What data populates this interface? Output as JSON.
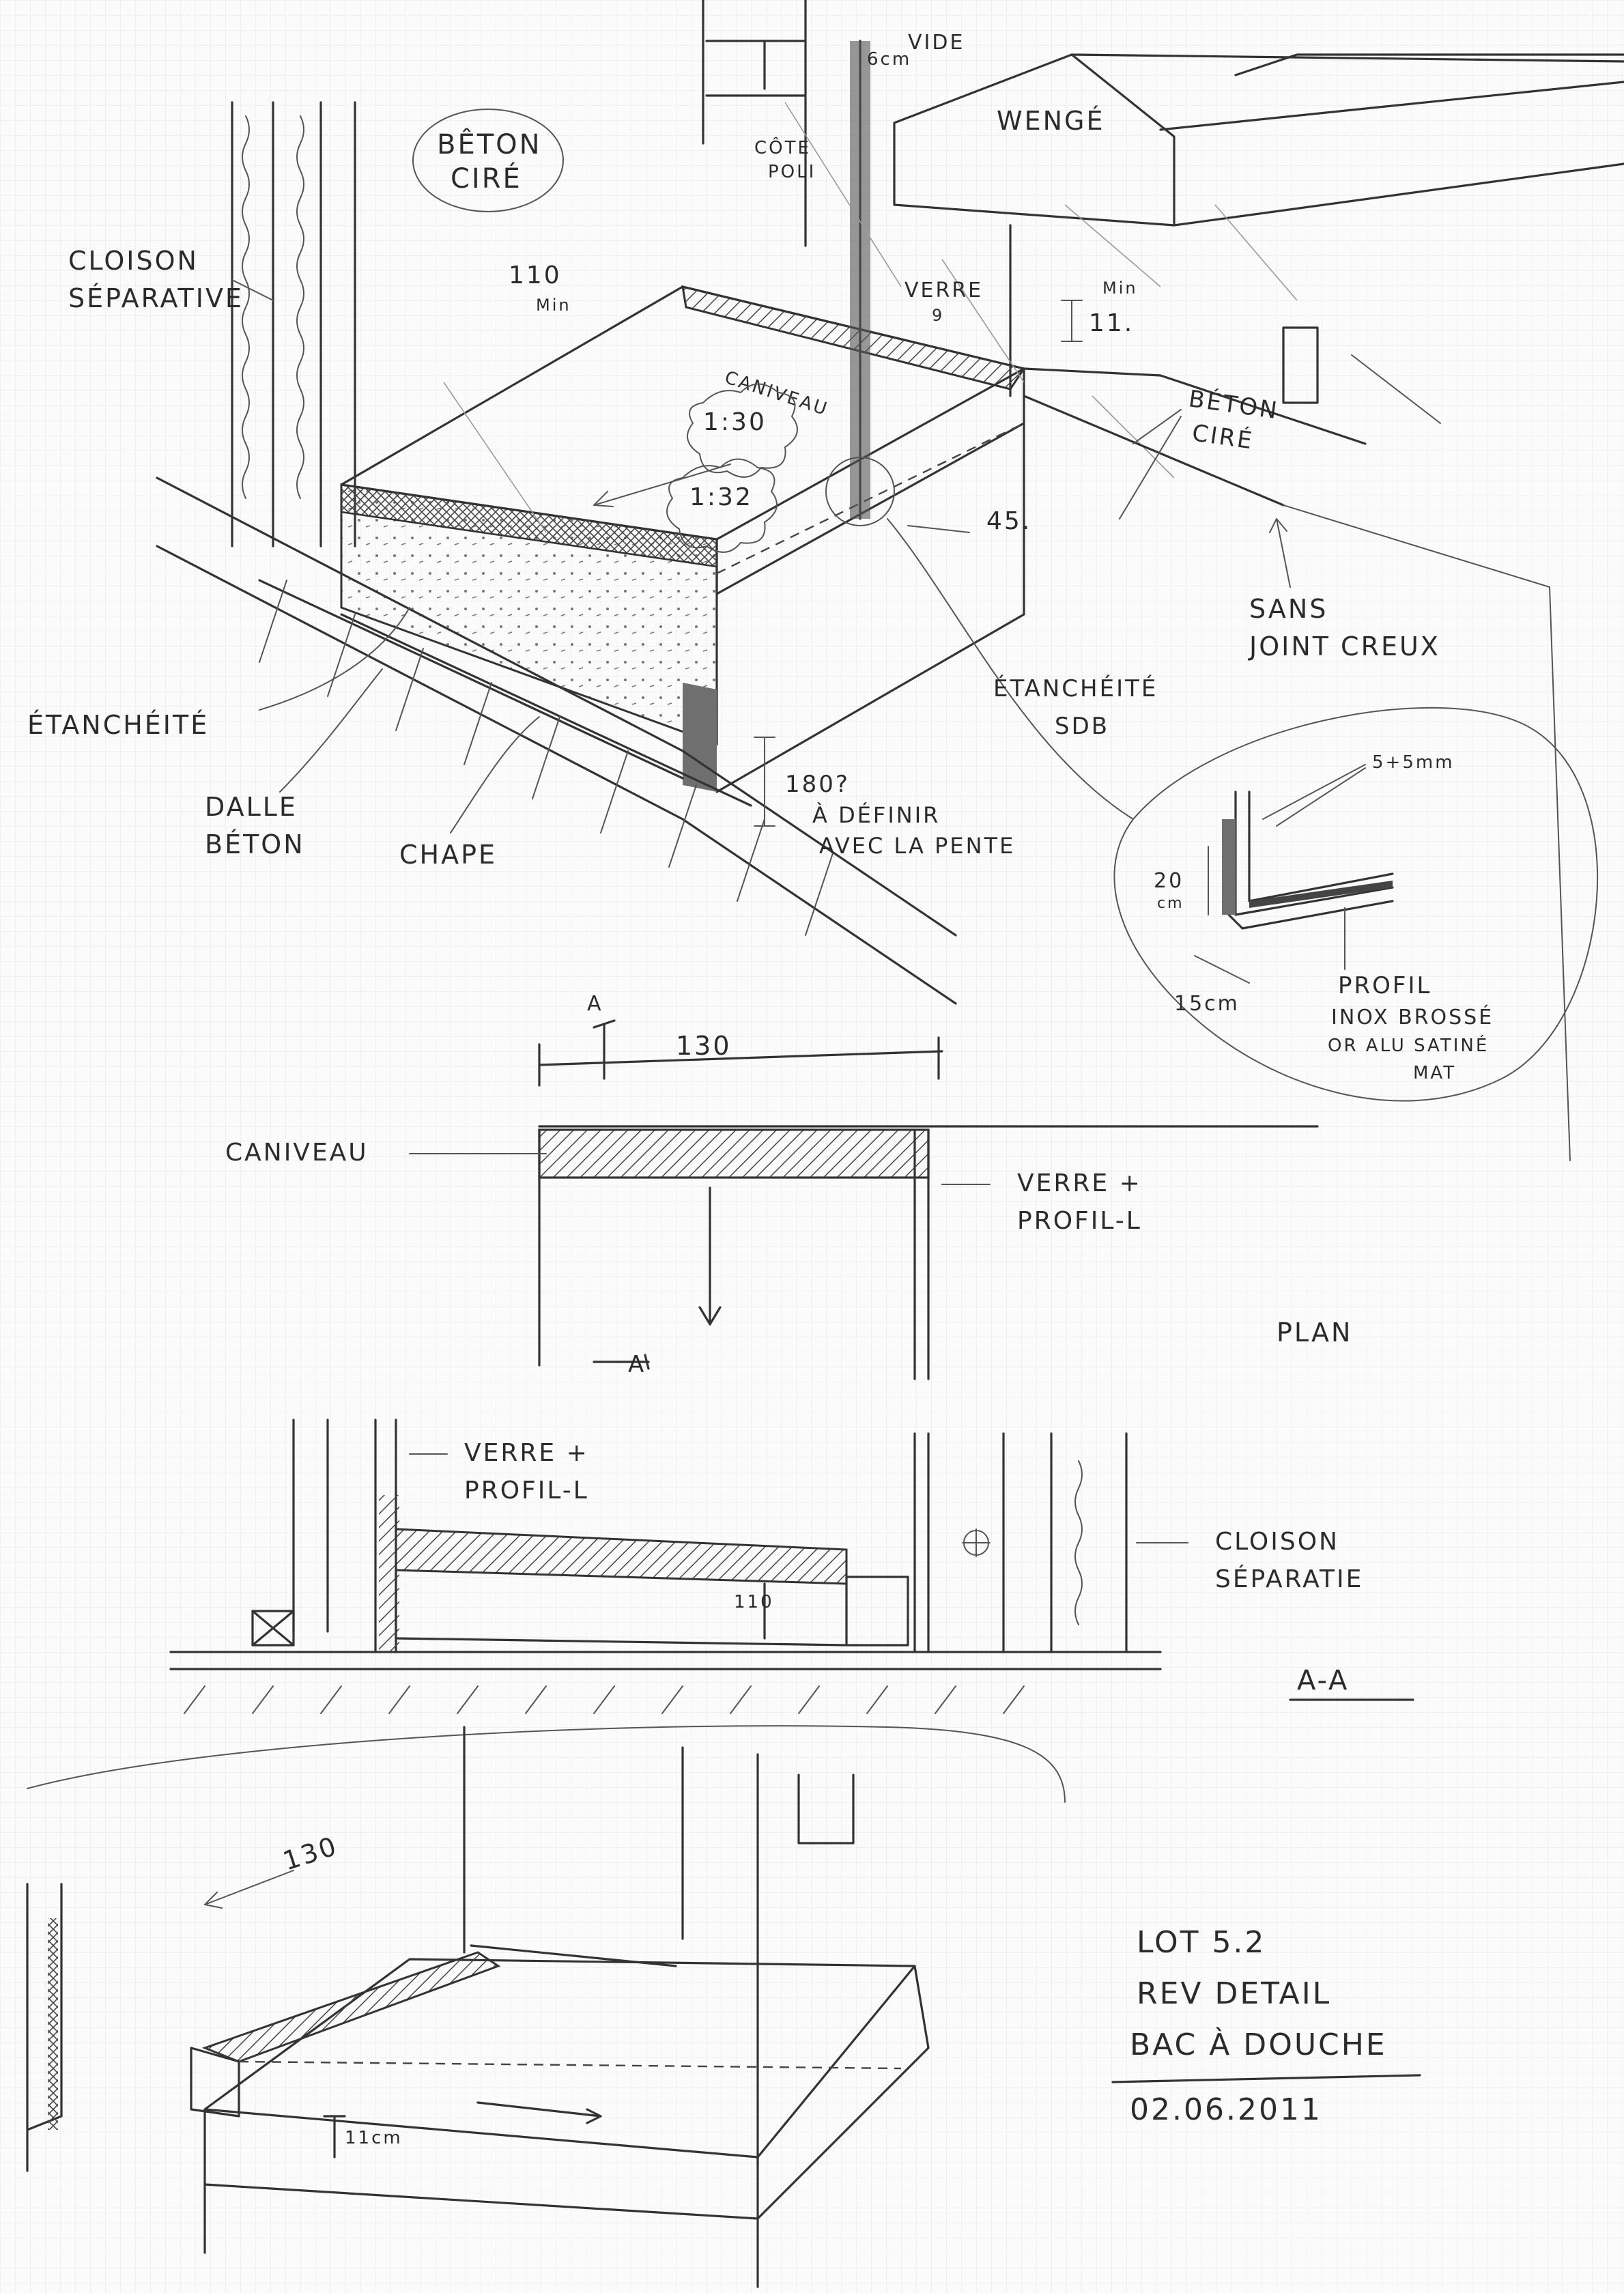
{
  "sketch": {
    "top": {
      "beton_cire_badge": [
        "BÊTON",
        "CIRÉ"
      ],
      "vide": "VIDE",
      "six_cm": "6cm",
      "cote_poli": [
        "CÔTE",
        "POLI"
      ],
      "wenge": "WENGÉ",
      "cloison_separative": [
        "CLOISON",
        "SÉPARATIVE"
      ],
      "dim_110": "110",
      "min_left": "Min",
      "verre": [
        "VERRE",
        "9"
      ],
      "min_right": "Min",
      "dim_11": "11.",
      "caniveau": "CANIVEAU",
      "slope_1": "1:30",
      "slope_2": "1:32",
      "beton_cire_right": [
        "BÉTON",
        "CIRÉ"
      ],
      "dim_45": "45.",
      "sans_joint_creux": [
        "SANS",
        "JOINT CREUX"
      ],
      "etancheite_left": "ÉTANCHÉITÉ",
      "etancheite_sdb": [
        "ÉTANCHÉITÉ",
        "SDB"
      ],
      "dalle_beton": [
        "DALLE",
        "BÉTON"
      ],
      "chape": "CHAPE",
      "dim_180": [
        "180?",
        "À DÉFINIR",
        "AVEC LA PENTE"
      ]
    },
    "detail": {
      "dim_5_5": "5+5mm",
      "dim_20": [
        "20",
        "cm"
      ],
      "dim_15": "15cm",
      "profil": [
        "PROFIL",
        "INOX BROSSÉ",
        "OR ALU SATINÉ",
        "MAT"
      ]
    },
    "plan": {
      "section_mark_top": "A",
      "dim_130": "130",
      "caniveau": "CANIVEAU",
      "verre_profil": [
        "VERRE +",
        "PROFIL-L"
      ],
      "section_mark_bottom": "A",
      "title": "PLAN"
    },
    "section": {
      "verre_profil": [
        "VERRE +",
        "PROFIL-L"
      ],
      "cloison": [
        "CLOISON",
        "SÉPARATIE"
      ],
      "dim_110": "110",
      "title": "A-A"
    },
    "bottom": {
      "dim_130": "130",
      "dim_11": "11cm"
    },
    "title_block": {
      "line1": "LOT 5.2",
      "line2": "REV DETAIL",
      "line3": "BAC À DOUCHE",
      "date": "02.06.2011"
    }
  }
}
